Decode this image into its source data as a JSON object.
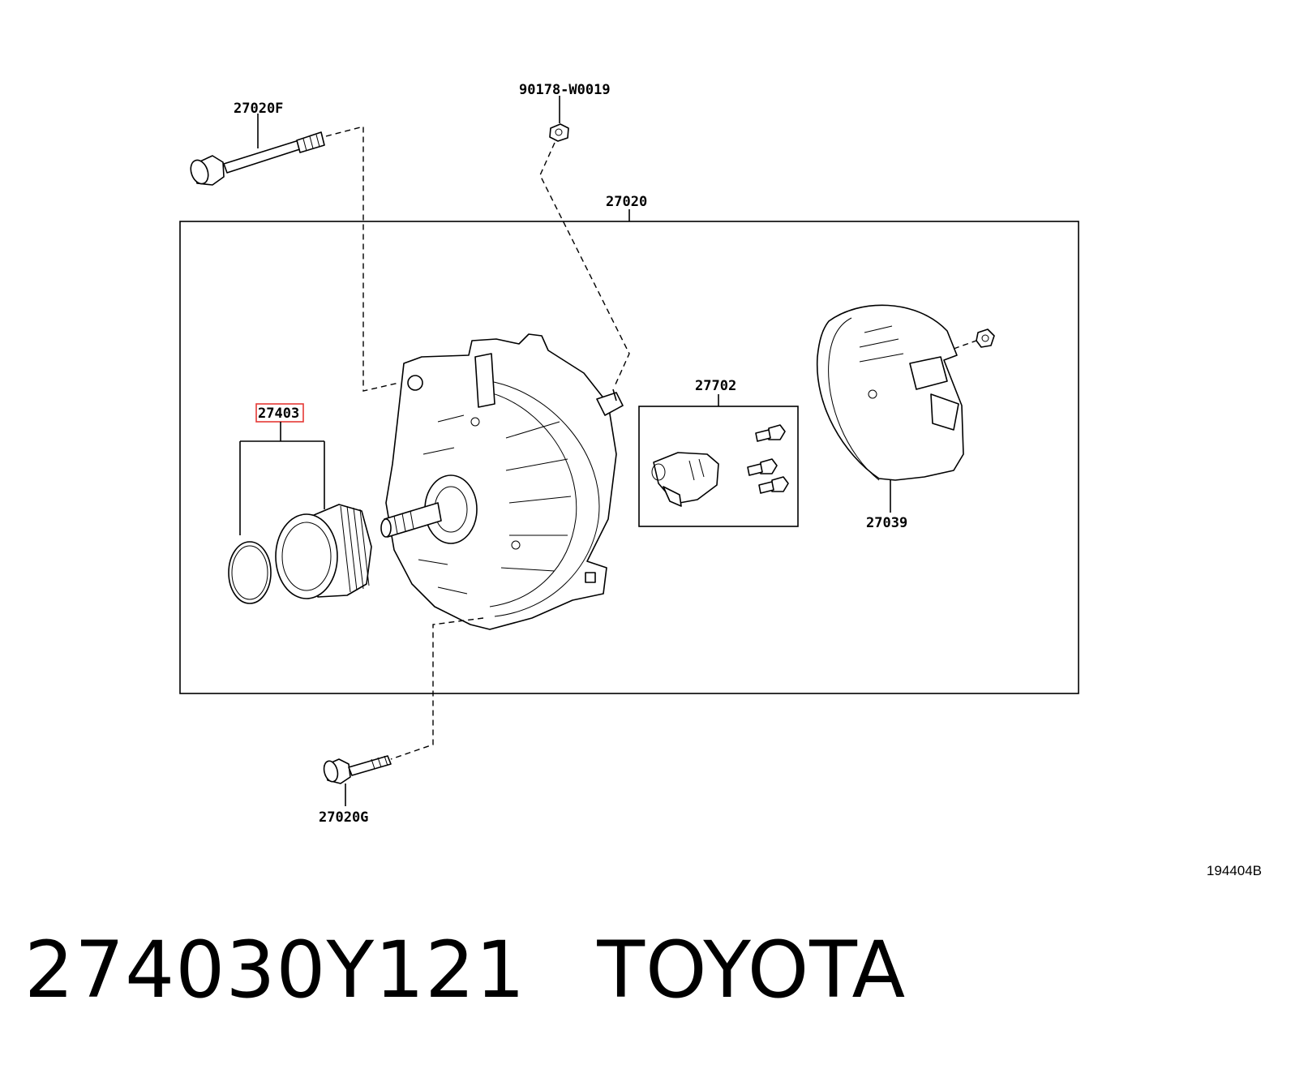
{
  "labels": {
    "bolt_top": "27020F",
    "nut_top": "90178-W0019",
    "assembly": "27020",
    "pulley": "27403",
    "brush_holder": "27702",
    "rear_cover": "27039",
    "bolt_bottom": "27020G"
  },
  "highlight_color": "#e53935",
  "drawing_code": "194404B",
  "caption": {
    "part_number": "274030Y121",
    "brand": "TOYOTA"
  }
}
